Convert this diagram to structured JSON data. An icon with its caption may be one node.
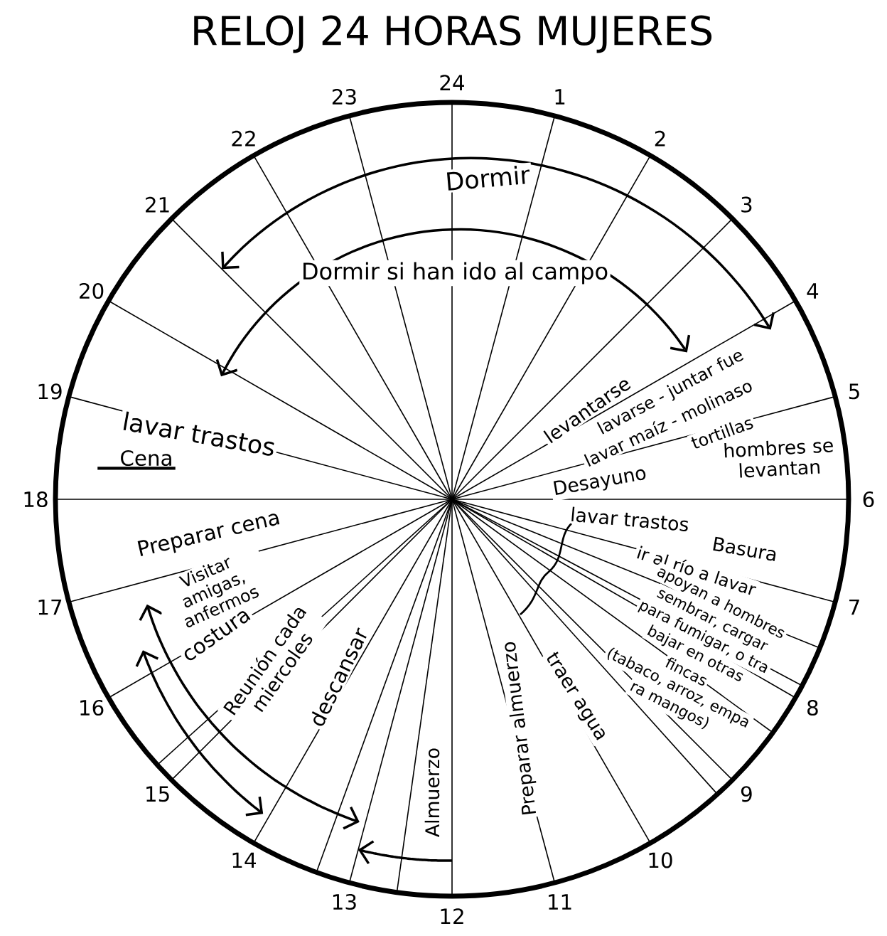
{
  "diagram": {
    "title": "RELOJ 24 HORAS MUJERES",
    "labels": [
      "24",
      "1",
      "2",
      "3",
      "4",
      "5",
      "6",
      "7",
      "8",
      "9",
      "10",
      "11",
      "12",
      "13",
      "14",
      "15",
      "16",
      "17",
      "18",
      "19",
      "20",
      "21",
      "22",
      "23",
      "Dormir",
      "Dormir si han ido al campo",
      "levantarse",
      "lavarse - juntar fue",
      "lavar maíz - molinaso",
      "tortillas",
      "Desayuno",
      "hombres se levantan",
      "lavar trastos",
      "Basura",
      "ir al río a lavar",
      "apoyan a hombres",
      "sembrar, cargar",
      "para fumigar, o tra",
      "bajar en otras",
      "fincas",
      "(tabaco, arroz, empa",
      "ra mangos)",
      "traer agua",
      "Preparar almuerzo",
      "Almuerzo",
      "Reunión cada miercoles",
      "descansar",
      "costura",
      "Visitar amigas, anfermos",
      "Preparar cena",
      "Cena",
      "lavar trastos"
    ]
  }
}
